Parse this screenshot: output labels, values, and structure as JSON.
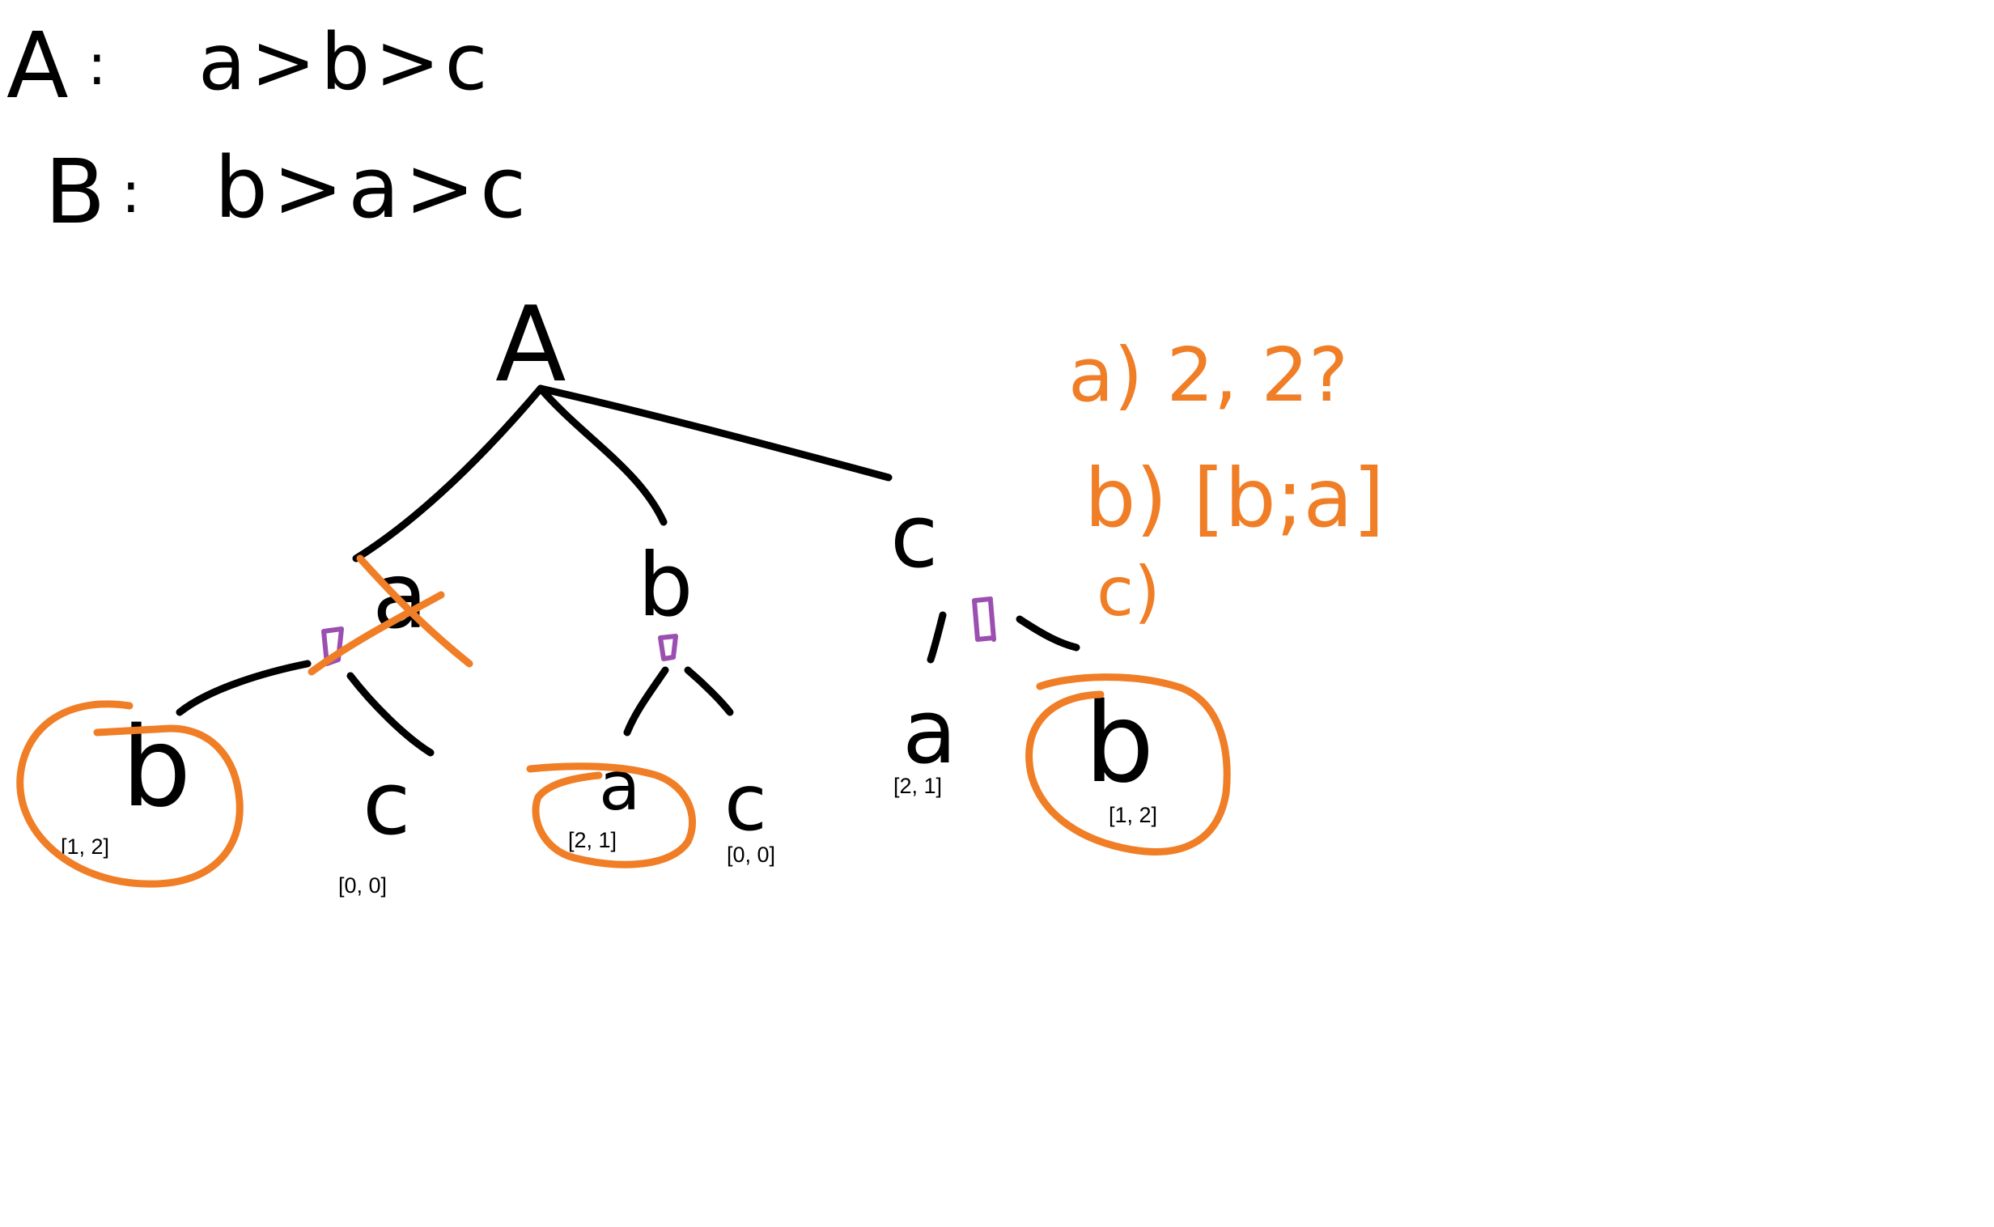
{
  "preferences": [
    {
      "player": "A",
      "order": "a>b>c"
    },
    {
      "player": "B",
      "order": "b>a>c"
    }
  ],
  "tree": {
    "root": "A",
    "branches": [
      "a",
      "b",
      "c"
    ],
    "leaves": {
      "a_b": "b",
      "a_c": "c",
      "b_a": "a",
      "b_c": "c",
      "c_a": "a",
      "c_b": "b"
    },
    "payoffs": {
      "a_b": "[1, 2]",
      "a_c": "[0, 0]",
      "b_a": "[2, 1]",
      "b_c": "[0, 0]",
      "c_a": "[2, 1]",
      "c_b": "[1, 2]"
    },
    "chance_marks": [
      "B",
      "B",
      "B"
    ]
  },
  "answers": {
    "a": "a) 2, 2?",
    "b": "b) [b;a]",
    "c": "c)"
  },
  "colors": {
    "ink": "#000000",
    "annotation": "#f07e26",
    "mark": "#9b4fb0"
  }
}
